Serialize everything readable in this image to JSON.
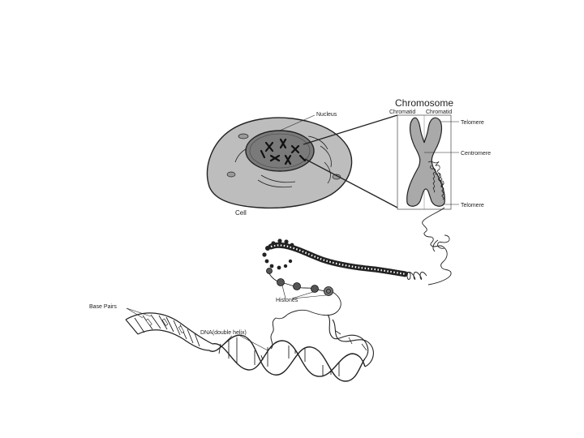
{
  "labels": {
    "chromosome": "Chromosome",
    "chromatid_left": "Chromatid",
    "chromatid_right": "Chromatid",
    "telomere_top": "Telomere",
    "centromere": "Centromere",
    "telomere_bottom": "Telomere",
    "nucleus": "Nucleus",
    "cell": "Cell",
    "histones": "Histones",
    "base_pairs": "Base Pairs",
    "dna": "DNA(double helix)"
  },
  "colors": {
    "ink": "#222222",
    "cell_fill": "#bdbdbd",
    "nucleus_fill": "#7a7a7a",
    "chromosome_fill": "#a9a9a9"
  }
}
